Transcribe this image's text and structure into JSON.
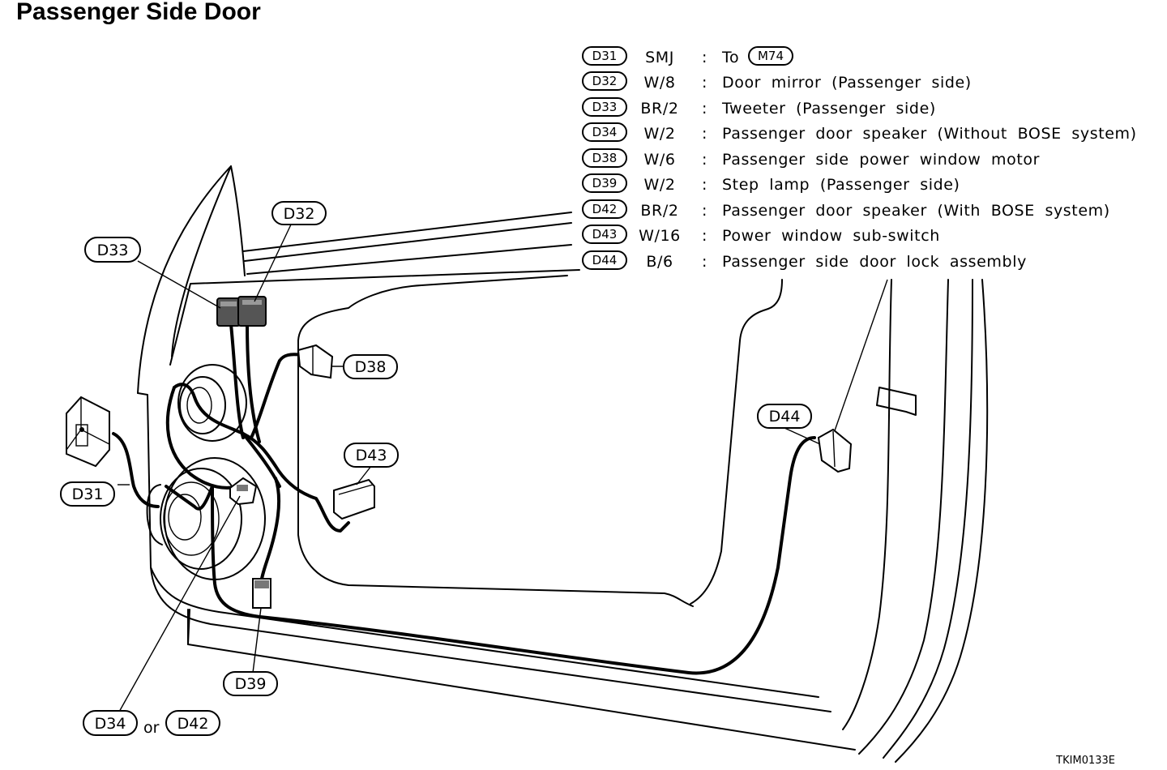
{
  "title": "Passenger Side Door",
  "figure_code": "TKIM0133E",
  "or_text": "or",
  "legend": [
    {
      "code": "D31",
      "connector": "SMJ",
      "sep": ":",
      "description": "To",
      "ref": "M74"
    },
    {
      "code": "D32",
      "connector": "W/8",
      "sep": ":",
      "description": "Door mirror (Passenger side)"
    },
    {
      "code": "D33",
      "connector": "BR/2",
      "sep": ":",
      "description": "Tweeter (Passenger side)"
    },
    {
      "code": "D34",
      "connector": "W/2",
      "sep": ":",
      "description": "Passenger door speaker (Without BOSE system)"
    },
    {
      "code": "D38",
      "connector": "W/6",
      "sep": ":",
      "description": "Passenger side power window motor"
    },
    {
      "code": "D39",
      "connector": "W/2",
      "sep": ":",
      "description": "Step lamp (Passenger side)"
    },
    {
      "code": "D42",
      "connector": "BR/2",
      "sep": ":",
      "description": "Passenger door speaker (With BOSE system)"
    },
    {
      "code": "D43",
      "connector": "W/16",
      "sep": ":",
      "description": "Power window sub-switch"
    },
    {
      "code": "D44",
      "connector": "B/6",
      "sep": ":",
      "description": "Passenger side door lock assembly"
    }
  ],
  "callouts": {
    "d31": "D31",
    "d32": "D32",
    "d33": "D33",
    "d34": "D34",
    "d38": "D38",
    "d39": "D39",
    "d42": "D42",
    "d43": "D43",
    "d44": "D44"
  }
}
